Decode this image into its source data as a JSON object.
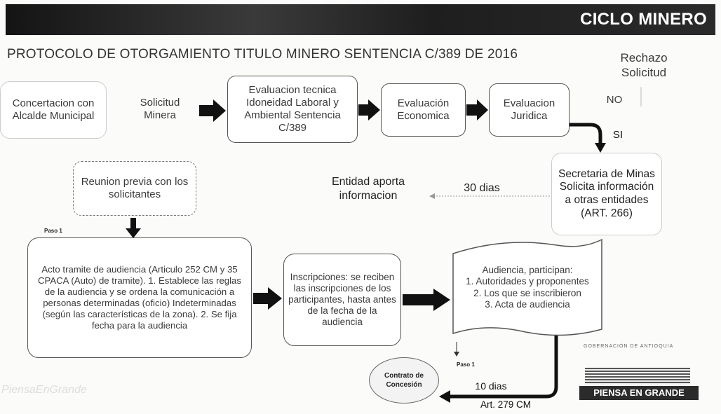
{
  "banner": {
    "title": "CICLO MINERO"
  },
  "subtitle": "PROTOCOLO DE OTORGAMIENTO TITULO MINERO SENTENCIA C/389 DE 2016",
  "nodes": {
    "concertacion": "Concertacion con Alcalde Municipal",
    "solicitud": "Solicitud Minera",
    "eval_tecnica": "Evaluacion tecnica Idoneidad Laboral y Ambiental Sentencia C/389",
    "eval_economica": "Evaluación Economica",
    "eval_juridica": "Evaluacion Juridica",
    "rechazo": "Rechazo Solicitud",
    "no": "NO",
    "si": "SI",
    "secretaria": "Secretaria de Minas Solicita información a otras entidades (ART. 266)",
    "dias30": "30 dias",
    "entidad": "Entidad aporta informacion",
    "reunion": "Reunion previa con los solicitantes",
    "paso1_a": "Paso 1",
    "acto": "Acto tramite de audiencia (Articulo 252 CM y 35 CPACA (Auto) de tramite). 1. Establece las reglas de la audiencia y se ordena la comunicación a personas determinadas (oficio) Indeterminadas (según las características de la zona). 2. Se fija fecha para la audiencia",
    "inscripciones": "Inscripciones: se reciben las inscripciones de los participantes, hasta antes de la fecha de la audiencia",
    "audiencia_title": "Audiencia, participan:",
    "audiencia_1": "1. Autoridades y proponentes",
    "audiencia_2": "2. Los que se inscribieron",
    "audiencia_3": "3. Acta de audiencia",
    "paso1_b": "Paso 1",
    "contrato": "Contrato de Concesión",
    "dias10": "10 dias",
    "art279": "Art. 279 CM"
  },
  "footer": {
    "gobernacion": "GOBERNACIÓN DE ANTIOQUIA",
    "logo": "PIENSA EN GRANDE",
    "watermark": "PiensaEnGrande"
  }
}
